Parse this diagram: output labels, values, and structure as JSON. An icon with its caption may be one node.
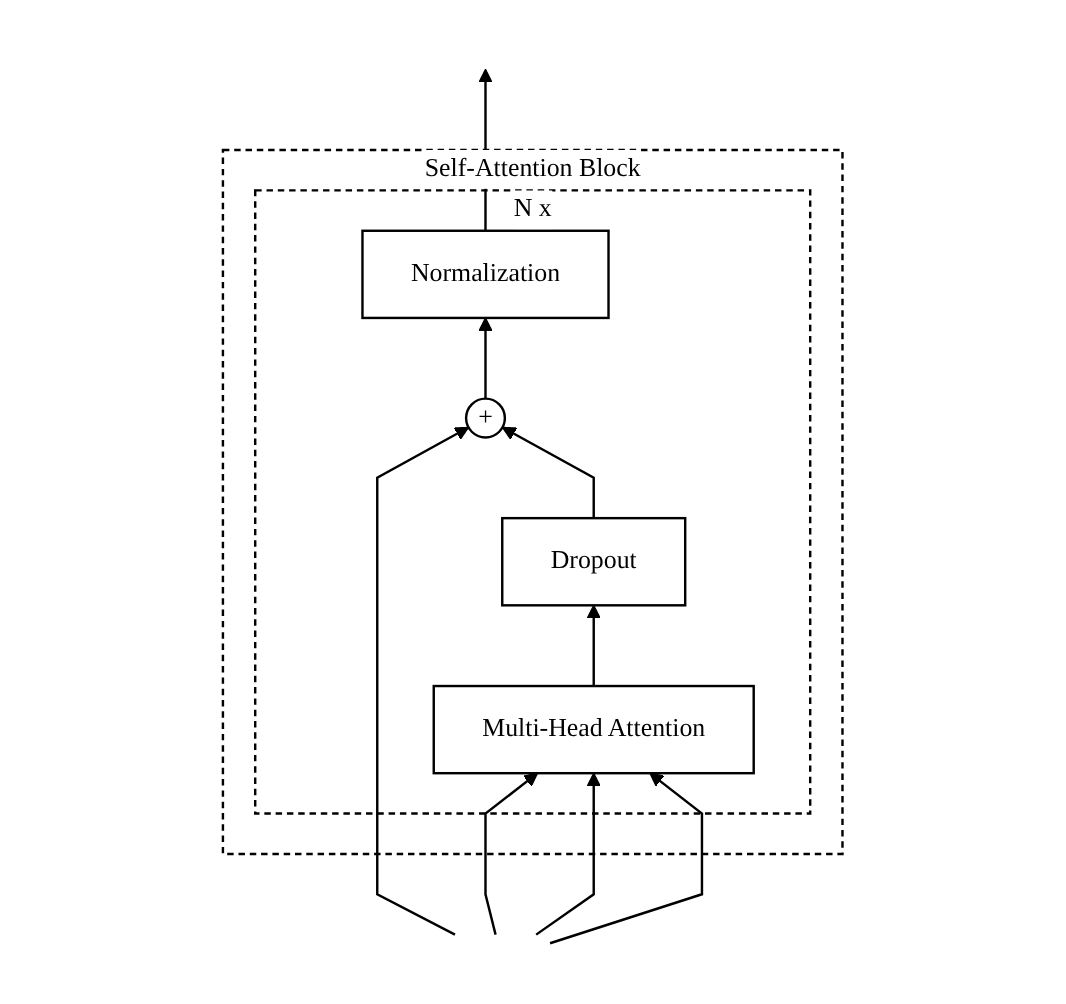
{
  "diagram": {
    "nodes": [
      {
        "text": [
          "Self-Attention Block"
        ]
      },
      {
        "text": [],
        "shape": "box",
        "in": 0,
        "beside": [
          "N x"
        ]
      },
      {
        "text": [
          "Normalization"
        ],
        "in": 1
      },
      {
        "text": [
          "+"
        ],
        "in": 1
      },
      {
        "text": [
          "Dropout"
        ],
        "in": 1
      },
      {
        "text": [
          "Multi-Head Attention"
        ],
        "in": 1
      }
    ],
    "edges": [
      {
        "from": null,
        "to": 5,
        "arrow": "to"
      },
      {
        "from": null,
        "to": 5,
        "arrow": "to"
      },
      {
        "from": null,
        "to": 5,
        "arrow": "to"
      },
      {
        "from": null,
        "to": 3,
        "arrow": "to"
      },
      {
        "from": 5,
        "to": 4,
        "arrow": "to"
      },
      {
        "from": 4,
        "to": 3,
        "arrow": "to"
      },
      {
        "from": 3,
        "to": 2,
        "arrow": "to"
      },
      {
        "from": 2,
        "to": null,
        "arrow": "to"
      }
    ]
  }
}
